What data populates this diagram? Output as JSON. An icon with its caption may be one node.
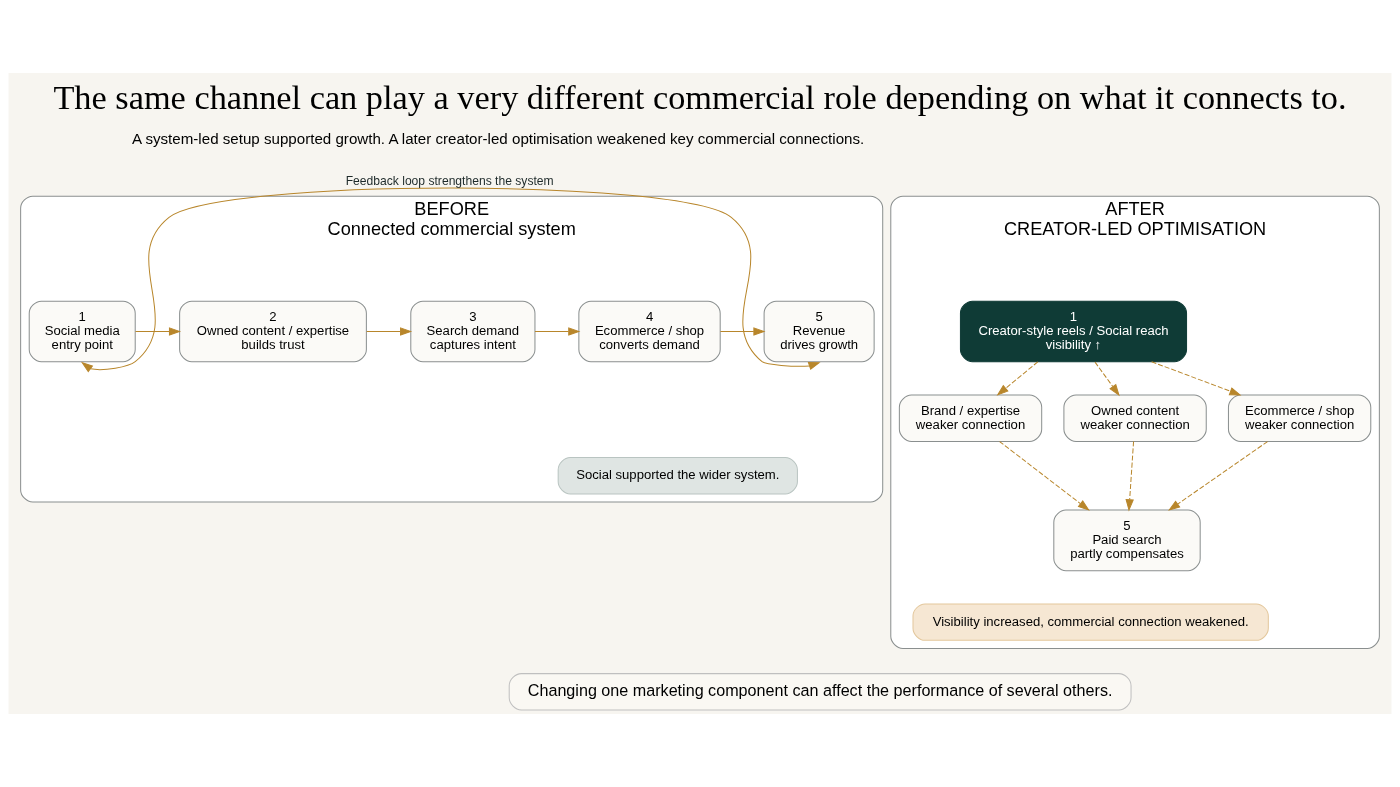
{
  "diagram": {
    "title": "The same channel can play a very different commercial role depending on what it connects to.",
    "nodes": [
      {
        "text": [
          "BEFORE",
          "Connected commercial system"
        ]
      },
      {
        "text": [
          "1",
          "Social media",
          "entry point"
        ],
        "in": 0
      },
      {
        "text": [
          "2",
          "Owned content / expertise",
          "builds trust"
        ],
        "in": 0
      },
      {
        "text": [
          "3",
          "Search demand",
          "captures intent"
        ],
        "in": 0
      },
      {
        "text": [
          "4",
          "Ecommerce / shop",
          "converts demand"
        ],
        "in": 0
      },
      {
        "text": [
          "5",
          "Revenue",
          "drives growth"
        ],
        "in": 0
      },
      {
        "text": [
          "Social supported the wider system."
        ],
        "in": 0
      },
      {
        "text": [
          "AFTER",
          "CREATOR-LED OPTIMISATION"
        ]
      },
      {
        "text": [
          "1",
          "Creator-style reels / Social reach",
          "visibility ↑"
        ],
        "in": 7
      },
      {
        "text": [
          "Brand / expertise",
          "weaker connection"
        ],
        "in": 7
      },
      {
        "text": [
          "Owned content",
          "weaker connection"
        ],
        "in": 7
      },
      {
        "text": [
          "Ecommerce / shop",
          "weaker connection"
        ],
        "in": 7
      },
      {
        "text": [
          "5",
          "Paid search",
          "partly compensates"
        ],
        "in": 7
      },
      {
        "text": [
          "Visibility increased, commercial connection weakened."
        ],
        "in": 7
      },
      {
        "text": [
          "Changing one marketing component can affect the performance of several others."
        ]
      }
    ],
    "edges": [
      {
        "from": 1,
        "to": 2,
        "arrow": "to"
      },
      {
        "from": 2,
        "to": 3,
        "arrow": "to"
      },
      {
        "from": 3,
        "to": 4,
        "arrow": "to"
      },
      {
        "from": 4,
        "to": 5,
        "arrow": "to"
      },
      {
        "from": 5,
        "to": 1,
        "arrow": "both",
        "label": "Feedback loop strengthens the system"
      },
      {
        "from": 8,
        "to": 9,
        "arrow": "to",
        "style": "dashed"
      },
      {
        "from": 8,
        "to": 10,
        "arrow": "to",
        "style": "dashed"
      },
      {
        "from": 8,
        "to": 11,
        "arrow": "to",
        "style": "dashed"
      },
      {
        "from": 9,
        "to": 12,
        "arrow": "to",
        "style": "dashed"
      },
      {
        "from": 10,
        "to": 12,
        "arrow": "to",
        "style": "dashed"
      },
      {
        "from": 11,
        "to": 12,
        "arrow": "to",
        "style": "dashed"
      }
    ],
    "labels": [
      "A system-led setup supported growth. A later creator-led optimisation weakened key commercial connections."
    ]
  }
}
